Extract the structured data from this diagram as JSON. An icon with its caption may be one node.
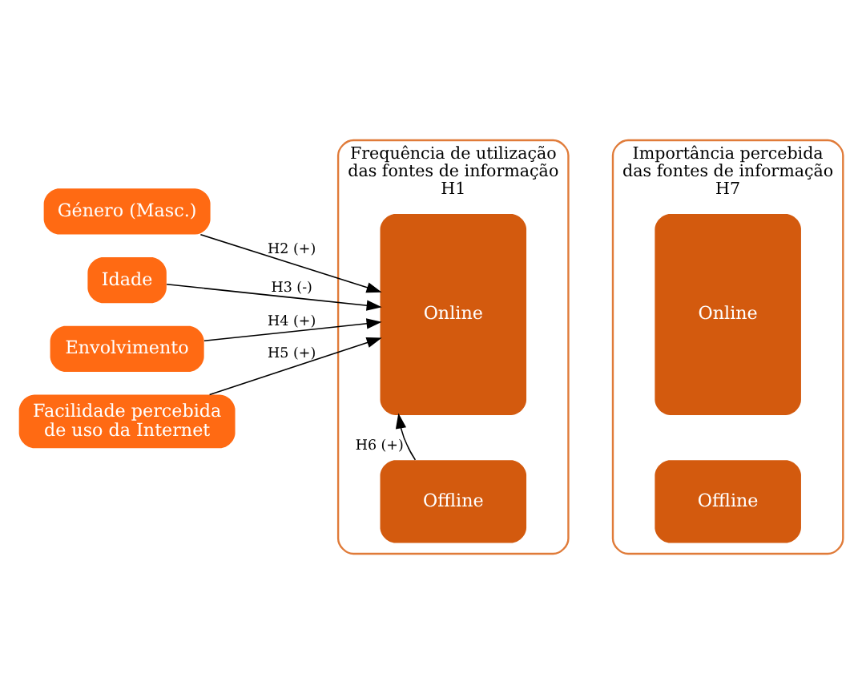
{
  "diagram": {
    "nodes": [
      {
        "text": [
          "Género (Masc.)"
        ]
      },
      {
        "text": [
          "Idade"
        ]
      },
      {
        "text": [
          "Envolvimento"
        ]
      },
      {
        "text": [
          "Facilidade percebida de uso da Internet"
        ]
      },
      {
        "text": [
          "Frequência de utilização das fontes de informação",
          "H1"
        ]
      },
      {
        "text": [
          "Online"
        ],
        "in": 4
      },
      {
        "text": [
          "Offline"
        ],
        "in": 4
      },
      {
        "text": [
          "Importância percebida das fontes de informação",
          "H7"
        ]
      },
      {
        "text": [
          "Online"
        ],
        "in": 7
      },
      {
        "text": [
          "Offline"
        ],
        "in": 7
      }
    ],
    "edges": [
      {
        "from": 0,
        "to": 5,
        "arrow": "to",
        "label": "H2 (+)"
      },
      {
        "from": 1,
        "to": 5,
        "arrow": "to",
        "label": "H3 (-)"
      },
      {
        "from": 2,
        "to": 5,
        "arrow": "to",
        "label": "H4 (+)"
      },
      {
        "from": 3,
        "to": 5,
        "arrow": "to",
        "label": "H5 (+)"
      },
      {
        "from": 6,
        "to": 5,
        "arrow": "to",
        "label": "H6 (+)"
      }
    ]
  }
}
